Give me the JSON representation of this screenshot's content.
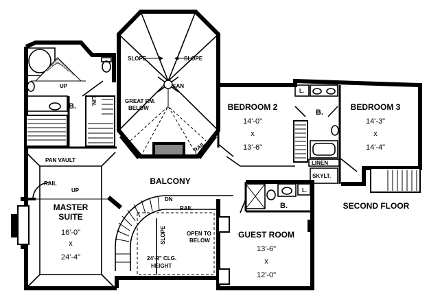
{
  "plan": {
    "title": "SECOND FLOOR",
    "rooms": {
      "master_suite": {
        "name_line1": "MASTER",
        "name_line2": "SUITE",
        "width": "16'-0\"",
        "by": "x",
        "length": "24'-4\""
      },
      "bedroom2": {
        "name": "BEDROOM 2",
        "width": "14'-0\"",
        "by": "x",
        "length": "13'-6\""
      },
      "bedroom3": {
        "name": "BEDROOM 3",
        "width": "14'-3\"",
        "by": "x",
        "length": "14'-4\""
      },
      "guest_room": {
        "name": "GUEST ROOM",
        "width": "13'-6\"",
        "by": "x",
        "length": "12'-0\""
      }
    },
    "labels": {
      "balcony": "BALCONY",
      "great_rm_line1": "GREAT RM.",
      "great_rm_line2": "BELOW",
      "fan": "FAN",
      "slope": "SLOPE",
      "rail": "RAIL",
      "pan_vault": "PAN VAULT",
      "up": "UP",
      "dn": "DN",
      "bath": "B.",
      "linen_short": "LIN.",
      "linen": "LINEN",
      "skylight": "SKYLT.",
      "laundry": "L.",
      "open_line1": "OPEN TO",
      "open_line2": "BELOW",
      "ceiling_line1": "24'-9\" CLG.",
      "ceiling_line2": "HEIGHT"
    }
  }
}
